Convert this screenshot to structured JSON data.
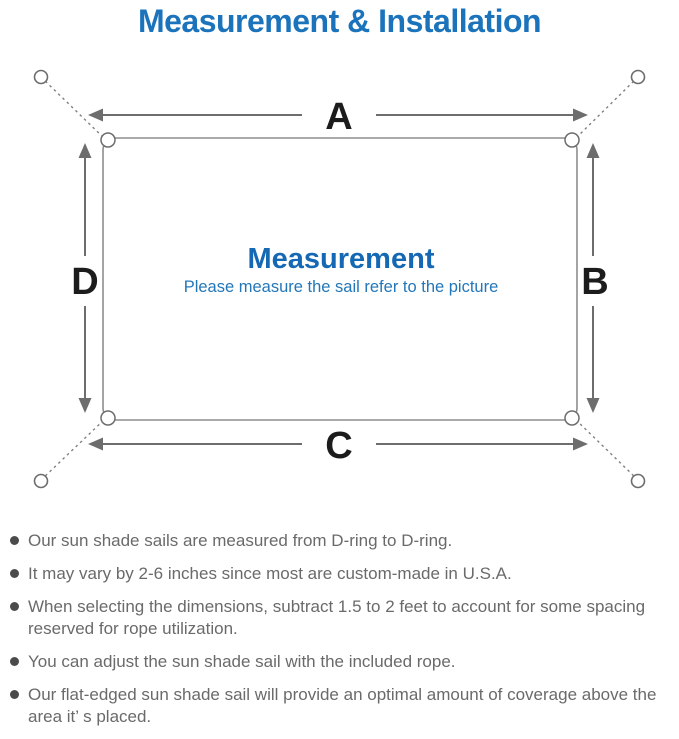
{
  "title": "Measurement & Installation",
  "diagram": {
    "center_title": "Measurement",
    "center_subtitle": "Please measure the sail refer to the picture",
    "dimension_labels": {
      "top": "A",
      "right": "B",
      "bottom": "C",
      "left": "D"
    }
  },
  "notes": [
    "Our sun shade sails are measured from D-ring to D-ring.",
    "It may vary by 2-6 inches since most are custom-made in U.S.A.",
    "When selecting the dimensions, subtract 1.5 to 2 feet to account for some spacing reserved for rope utilization.",
    "You can adjust the sun shade sail with the included rope.",
    "Our flat-edged sun shade sail will provide an optimal amount of coverage above the area it’ s placed."
  ],
  "colors": {
    "title_blue": "#1b73bc",
    "center_title_blue": "#1568b3",
    "center_subtitle_blue": "#2377b9",
    "dimension_label_black": "#1c1c1c",
    "arrow_gray": "#6d6d6d",
    "outline_gray": "#8e8e8e",
    "note_text_gray": "#6a6a6a"
  }
}
